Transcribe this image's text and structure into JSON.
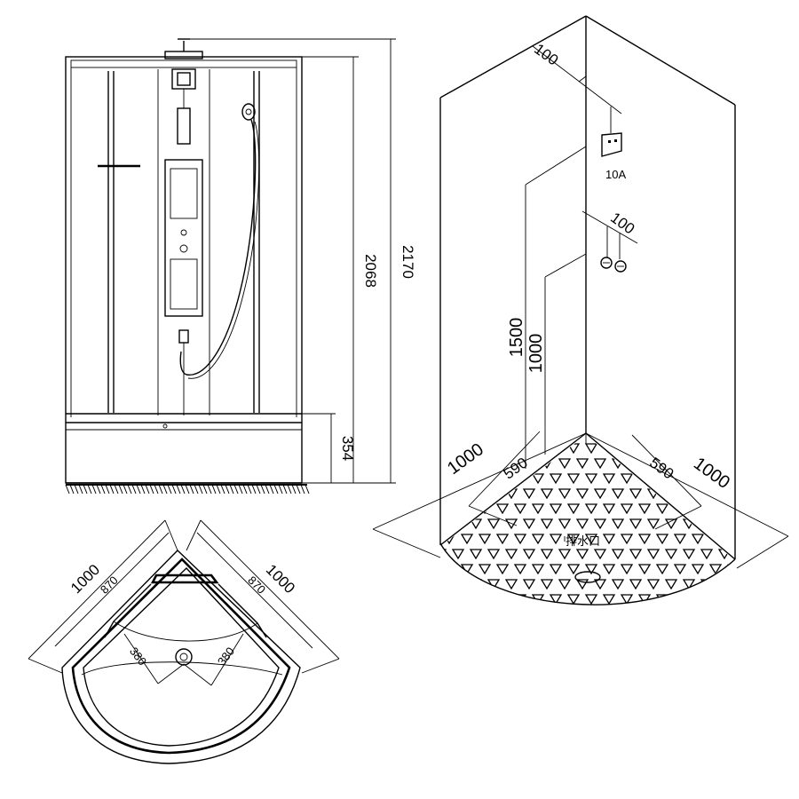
{
  "front_view": {
    "dim_total_height": "2170",
    "dim_cabin_height": "2068",
    "dim_tray_height": "354"
  },
  "perspective_view": {
    "dim_wall_offset_top": "100",
    "socket_label": "10A",
    "dim_pipe_offset": "100",
    "dim_height_1500": "1500",
    "dim_height_1000": "1000",
    "dim_left_width": "1000",
    "dim_left_inner": "590",
    "dim_right_inner": "590",
    "dim_right_width": "1000",
    "drain_label": "排水口"
  },
  "plan_view": {
    "dim_left_outer": "1000",
    "dim_left_inner": "870",
    "dim_right_inner": "870",
    "dim_right_outer": "1000",
    "dim_drain_left": "380",
    "dim_drain_right": "380"
  }
}
